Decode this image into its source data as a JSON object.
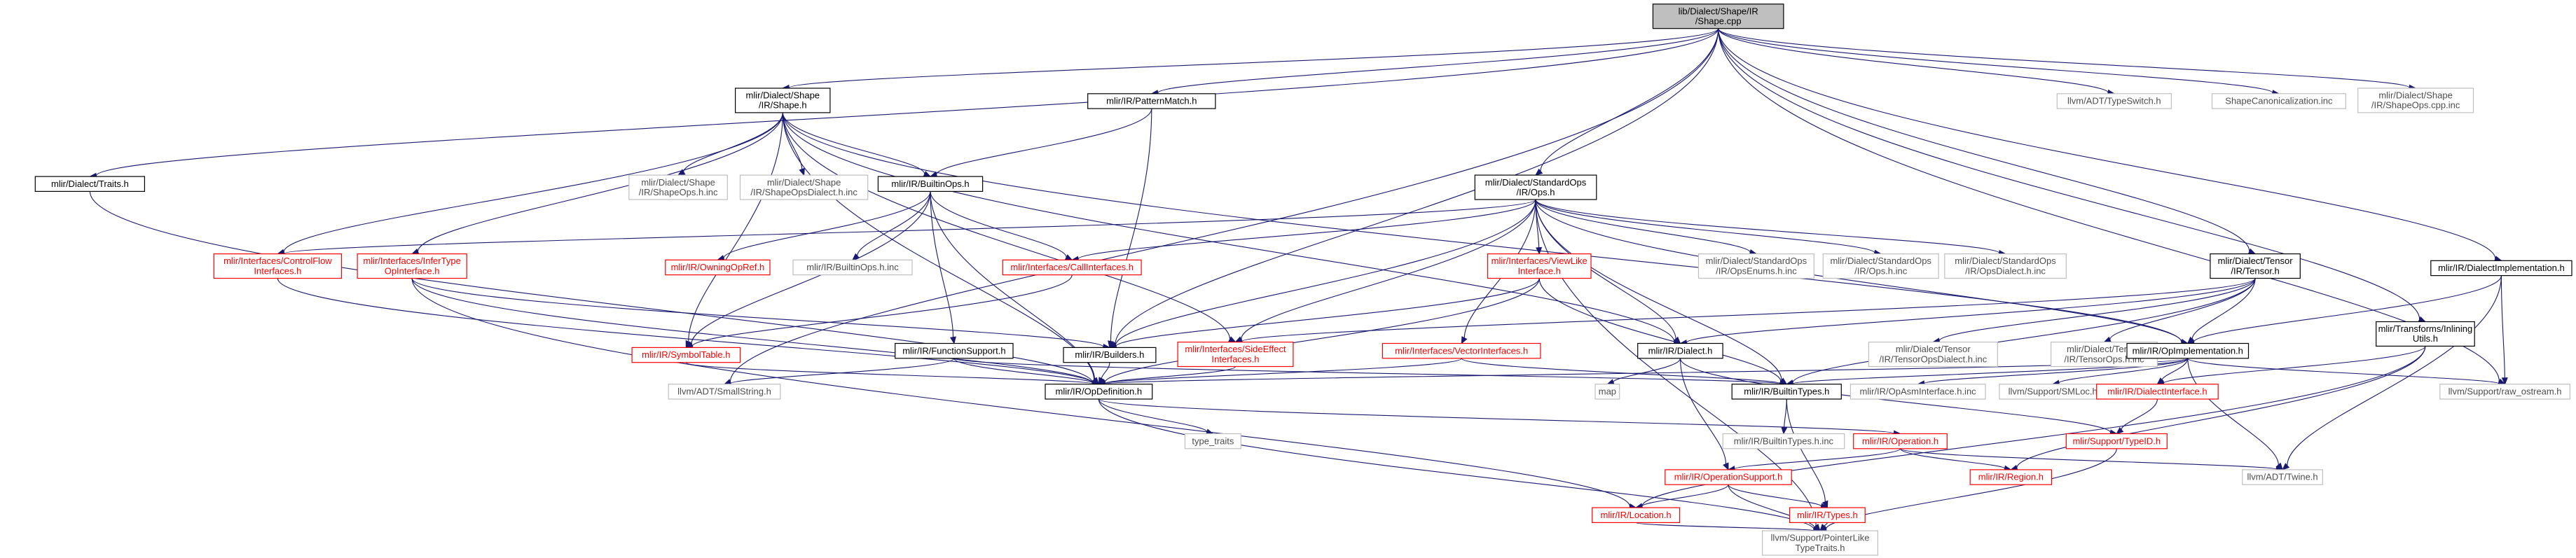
{
  "graph": {
    "nodes": [
      {
        "id": "root",
        "lines": [
          "lib/Dialect/Shape/IR",
          "/Shape.cpp"
        ],
        "style": "root"
      },
      {
        "id": "shape_h",
        "lines": [
          "mlir/Dialect/Shape",
          "/IR/Shape.h"
        ],
        "style": "black"
      },
      {
        "id": "patternmatch",
        "lines": [
          "mlir/IR/PatternMatch.h"
        ],
        "style": "black"
      },
      {
        "id": "stdops",
        "lines": [
          "mlir/Dialect/StandardOps",
          "/IR/Ops.h"
        ],
        "style": "black"
      },
      {
        "id": "typeswitch",
        "lines": [
          "llvm/ADT/TypeSwitch.h"
        ],
        "style": "gray"
      },
      {
        "id": "shapecanon",
        "lines": [
          "ShapeCanonicalization.inc"
        ],
        "style": "gray"
      },
      {
        "id": "shapeopscppinc",
        "lines": [
          "mlir/Dialect/Shape",
          "/IR/ShapeOps.cpp.inc"
        ],
        "style": "gray"
      },
      {
        "id": "traits",
        "lines": [
          "mlir/Dialect/Traits.h"
        ],
        "style": "black"
      },
      {
        "id": "shapeopshinc",
        "lines": [
          "mlir/Dialect/Shape",
          "/IR/ShapeOps.h.inc"
        ],
        "style": "gray"
      },
      {
        "id": "shapeopsdialect",
        "lines": [
          "mlir/Dialect/Shape",
          "/IR/ShapeOpsDialect.h.inc"
        ],
        "style": "gray"
      },
      {
        "id": "builtinops",
        "lines": [
          "mlir/IR/BuiltinOps.h"
        ],
        "style": "black"
      },
      {
        "id": "dialectimpl",
        "lines": [
          "mlir/IR/DialectImplementation.h"
        ],
        "style": "black"
      },
      {
        "id": "controlflow",
        "lines": [
          "mlir/Interfaces/ControlFlow",
          "Interfaces.h"
        ],
        "style": "red"
      },
      {
        "id": "infertype",
        "lines": [
          "mlir/Interfaces/InferType",
          "OpInterface.h"
        ],
        "style": "red"
      },
      {
        "id": "owningopref",
        "lines": [
          "mlir/IR/OwningOpRef.h"
        ],
        "style": "red"
      },
      {
        "id": "builtinopshinc",
        "lines": [
          "mlir/IR/BuiltinOps.h.inc"
        ],
        "style": "gray"
      },
      {
        "id": "callinterfaces",
        "lines": [
          "mlir/Interfaces/CallInterfaces.h"
        ],
        "style": "red"
      },
      {
        "id": "viewlike",
        "lines": [
          "mlir/Interfaces/ViewLike",
          "Interface.h"
        ],
        "style": "red"
      },
      {
        "id": "opsenums",
        "lines": [
          "mlir/Dialect/StandardOps",
          "/IR/OpsEnums.h.inc"
        ],
        "style": "gray"
      },
      {
        "id": "opshinc",
        "lines": [
          "mlir/Dialect/StandardOps",
          "/IR/Ops.h.inc"
        ],
        "style": "gray"
      },
      {
        "id": "opsdialect",
        "lines": [
          "mlir/Dialect/StandardOps",
          "/IR/OpsDialect.h.inc"
        ],
        "style": "gray"
      },
      {
        "id": "tensor_h",
        "lines": [
          "mlir/Dialect/Tensor",
          "/IR/Tensor.h"
        ],
        "style": "black"
      },
      {
        "id": "inlining",
        "lines": [
          "mlir/Transforms/Inlining",
          "Utils.h"
        ],
        "style": "black"
      },
      {
        "id": "symboltable",
        "lines": [
          "mlir/IR/SymbolTable.h"
        ],
        "style": "red"
      },
      {
        "id": "functionsupport",
        "lines": [
          "mlir/IR/FunctionSupport.h"
        ],
        "style": "black"
      },
      {
        "id": "builders",
        "lines": [
          "mlir/IR/Builders.h"
        ],
        "style": "black"
      },
      {
        "id": "sideeffect",
        "lines": [
          "mlir/Interfaces/SideEffect",
          "Interfaces.h"
        ],
        "style": "red"
      },
      {
        "id": "vectorinterfaces",
        "lines": [
          "mlir/Interfaces/VectorInterfaces.h"
        ],
        "style": "red"
      },
      {
        "id": "dialect_h",
        "lines": [
          "mlir/IR/Dialect.h"
        ],
        "style": "black"
      },
      {
        "id": "tensoropsdialect",
        "lines": [
          "mlir/Dialect/Tensor",
          "/IR/TensorOpsDialect.h.inc"
        ],
        "style": "gray"
      },
      {
        "id": "tensoropshinc",
        "lines": [
          "mlir/Dialect/Tensor",
          "/IR/TensorOps.h.inc"
        ],
        "style": "gray"
      },
      {
        "id": "opimpl",
        "lines": [
          "mlir/IR/OpImplementation.h"
        ],
        "style": "black"
      },
      {
        "id": "smallstring",
        "lines": [
          "llvm/ADT/SmallString.h"
        ],
        "style": "gray"
      },
      {
        "id": "opdefinition",
        "lines": [
          "mlir/IR/OpDefinition.h"
        ],
        "style": "black"
      },
      {
        "id": "map",
        "lines": [
          "map"
        ],
        "style": "gray"
      },
      {
        "id": "builtintypes",
        "lines": [
          "mlir/IR/BuiltinTypes.h"
        ],
        "style": "black"
      },
      {
        "id": "opasminterface",
        "lines": [
          "mlir/IR/OpAsmInterface.h.inc"
        ],
        "style": "gray"
      },
      {
        "id": "smloc",
        "lines": [
          "llvm/Support/SMLoc.h"
        ],
        "style": "gray"
      },
      {
        "id": "dialectinterface",
        "lines": [
          "mlir/IR/DialectInterface.h"
        ],
        "style": "red"
      },
      {
        "id": "rawostream",
        "lines": [
          "llvm/Support/raw_ostream.h"
        ],
        "style": "gray"
      },
      {
        "id": "typetraits",
        "lines": [
          "type_traits"
        ],
        "style": "gray"
      },
      {
        "id": "builtintypeshinc",
        "lines": [
          "mlir/IR/BuiltinTypes.h.inc"
        ],
        "style": "gray"
      },
      {
        "id": "operation_h",
        "lines": [
          "mlir/IR/Operation.h"
        ],
        "style": "red"
      },
      {
        "id": "typeid",
        "lines": [
          "mlir/Support/TypeID.h"
        ],
        "style": "red"
      },
      {
        "id": "opsupport",
        "lines": [
          "mlir/IR/OperationSupport.h"
        ],
        "style": "red"
      },
      {
        "id": "region",
        "lines": [
          "mlir/IR/Region.h"
        ],
        "style": "red"
      },
      {
        "id": "twine",
        "lines": [
          "llvm/ADT/Twine.h"
        ],
        "style": "gray"
      },
      {
        "id": "location",
        "lines": [
          "mlir/IR/Location.h"
        ],
        "style": "red"
      },
      {
        "id": "types_h",
        "lines": [
          "mlir/IR/Types.h"
        ],
        "style": "red"
      },
      {
        "id": "pointerlike",
        "lines": [
          "llvm/Support/PointerLike",
          "TypeTraits.h"
        ],
        "style": "gray"
      }
    ],
    "edges": [
      [
        "root",
        "shape_h"
      ],
      [
        "root",
        "patternmatch"
      ],
      [
        "root",
        "stdops"
      ],
      [
        "root",
        "typeswitch"
      ],
      [
        "root",
        "shapecanon"
      ],
      [
        "root",
        "shapeopscppinc"
      ],
      [
        "root",
        "traits"
      ],
      [
        "root",
        "dialectimpl"
      ],
      [
        "root",
        "tensor_h"
      ],
      [
        "root",
        "inlining"
      ],
      [
        "root",
        "builders"
      ],
      [
        "root",
        "rawostream"
      ],
      [
        "root",
        "smallstring"
      ],
      [
        "shape_h",
        "builtinops"
      ],
      [
        "shape_h",
        "shapeopshinc"
      ],
      [
        "shape_h",
        "shapeopsdialect"
      ],
      [
        "shape_h",
        "controlflow"
      ],
      [
        "shape_h",
        "infertype"
      ],
      [
        "shape_h",
        "sideeffect"
      ],
      [
        "shape_h",
        "symboltable"
      ],
      [
        "shape_h",
        "opdefinition"
      ],
      [
        "shape_h",
        "opimpl"
      ],
      [
        "shape_h",
        "dialect_h"
      ],
      [
        "patternmatch",
        "builtinops"
      ],
      [
        "patternmatch",
        "builders"
      ],
      [
        "traits",
        "opdefinition"
      ],
      [
        "builtinops",
        "owningopref"
      ],
      [
        "builtinops",
        "builtinopshinc"
      ],
      [
        "builtinops",
        "callinterfaces"
      ],
      [
        "builtinops",
        "functionsupport"
      ],
      [
        "builtinops",
        "symboltable"
      ],
      [
        "builtinops",
        "opdefinition"
      ],
      [
        "stdops",
        "callinterfaces"
      ],
      [
        "stdops",
        "controlflow"
      ],
      [
        "stdops",
        "viewlike"
      ],
      [
        "stdops",
        "opsenums"
      ],
      [
        "stdops",
        "opshinc"
      ],
      [
        "stdops",
        "opsdialect"
      ],
      [
        "stdops",
        "builders"
      ],
      [
        "stdops",
        "sideeffect"
      ],
      [
        "stdops",
        "vectorinterfaces"
      ],
      [
        "stdops",
        "dialect_h"
      ],
      [
        "stdops",
        "builtintypes"
      ],
      [
        "stdops",
        "opimpl"
      ],
      [
        "stdops",
        "pointerlike"
      ],
      [
        "controlflow",
        "opdefinition"
      ],
      [
        "infertype",
        "builders"
      ],
      [
        "infertype",
        "opdefinition"
      ],
      [
        "infertype",
        "location"
      ],
      [
        "callinterfaces",
        "symboltable"
      ],
      [
        "viewlike",
        "builtintypes"
      ],
      [
        "viewlike",
        "opdefinition"
      ],
      [
        "viewlike",
        "builders"
      ],
      [
        "tensor_h",
        "dialect_h"
      ],
      [
        "tensor_h",
        "opimpl"
      ],
      [
        "tensor_h",
        "tensoropsdialect"
      ],
      [
        "tensor_h",
        "tensoropshinc"
      ],
      [
        "tensor_h",
        "builtintypes"
      ],
      [
        "tensor_h",
        "sideeffect"
      ],
      [
        "dialectimpl",
        "opimpl"
      ],
      [
        "dialectimpl",
        "rawostream"
      ],
      [
        "dialectimpl",
        "twine"
      ],
      [
        "inlining",
        "dialectinterface"
      ],
      [
        "inlining",
        "location"
      ],
      [
        "inlining",
        "region"
      ],
      [
        "symboltable",
        "opdefinition"
      ],
      [
        "functionsupport",
        "opdefinition"
      ],
      [
        "functionsupport",
        "smallstring"
      ],
      [
        "functionsupport",
        "builtintypes"
      ],
      [
        "builders",
        "opdefinition"
      ],
      [
        "sideeffect",
        "opdefinition"
      ],
      [
        "vectorinterfaces",
        "opdefinition"
      ],
      [
        "vectorinterfaces",
        "builtintypes"
      ],
      [
        "dialect_h",
        "map"
      ],
      [
        "dialect_h",
        "opsupport"
      ],
      [
        "dialect_h",
        "typeid"
      ],
      [
        "opimpl",
        "opdefinition"
      ],
      [
        "opimpl",
        "builtintypes"
      ],
      [
        "opimpl",
        "opasminterface"
      ],
      [
        "opimpl",
        "smloc"
      ],
      [
        "opimpl",
        "dialectinterface"
      ],
      [
        "opimpl",
        "rawostream"
      ],
      [
        "opimpl",
        "twine"
      ],
      [
        "opdefinition",
        "typetraits"
      ],
      [
        "opdefinition",
        "operation_h"
      ],
      [
        "opdefinition",
        "pointerlike"
      ],
      [
        "builtintypes",
        "builtintypeshinc"
      ],
      [
        "builtintypes",
        "types_h"
      ],
      [
        "operation_h",
        "opsupport"
      ],
      [
        "operation_h",
        "region"
      ],
      [
        "operation_h",
        "twine"
      ],
      [
        "dialectinterface",
        "typeid"
      ],
      [
        "typeid",
        "pointerlike"
      ],
      [
        "opsupport",
        "location"
      ],
      [
        "opsupport",
        "types_h"
      ],
      [
        "opsupport",
        "pointerlike"
      ],
      [
        "location",
        "pointerlike"
      ],
      [
        "types_h",
        "pointerlike"
      ]
    ]
  }
}
